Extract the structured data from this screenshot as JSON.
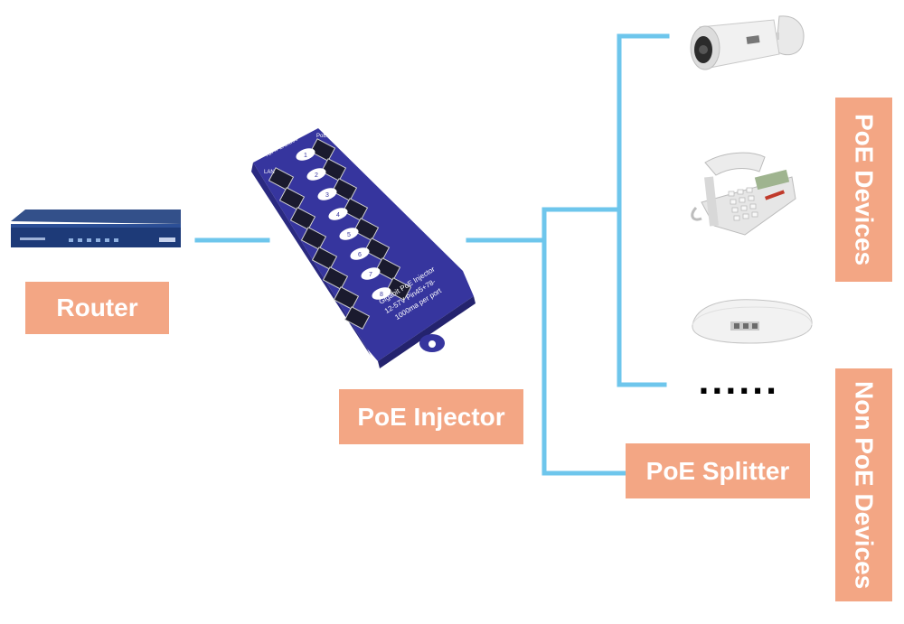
{
  "labels": {
    "router": "Router",
    "injector": "PoE Injector",
    "splitter": "PoE Splitter",
    "poe_devices": "PoE Devices",
    "non_poe_devices": "Non PoE Devices"
  },
  "injector_text": {
    "line1": "Gigabit PoE Injector",
    "line2": "12-57V Pin45+78-",
    "line3": "1000ma per port",
    "top": "TOP/PE/GIB08",
    "lan": "LAN",
    "poe": "PoE"
  },
  "port_numbers": [
    "1",
    "2",
    "3",
    "4",
    "5",
    "6",
    "7",
    "8"
  ],
  "ellipsis": "......",
  "colors": {
    "line": "#6ec6ec",
    "label_bg": "#f3a684",
    "injector_body": "#3a3aa8"
  },
  "icons": [
    "router-icon",
    "poe-injector-icon",
    "ip-camera-icon",
    "ip-phone-icon",
    "access-point-icon"
  ]
}
